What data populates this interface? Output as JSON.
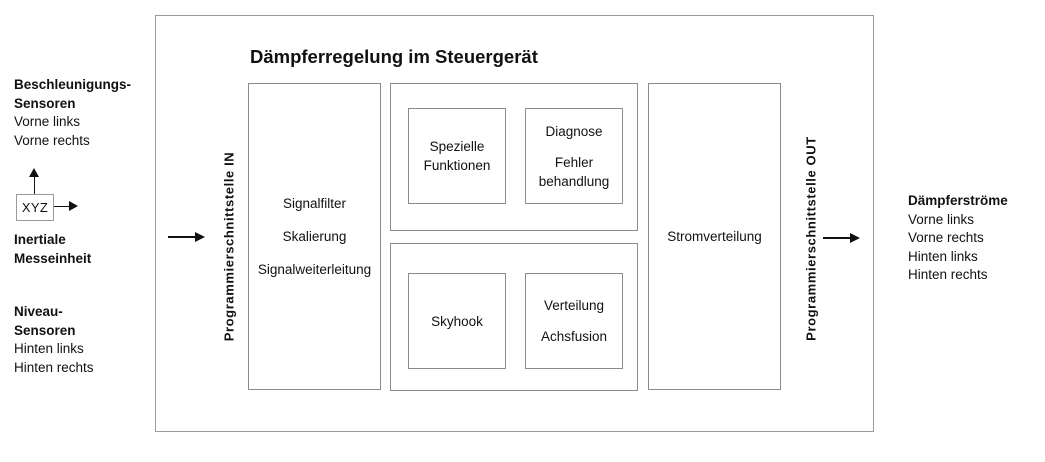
{
  "left": {
    "accel_sensors": {
      "title_lines": [
        "Beschleunigungs-",
        "Sensoren"
      ],
      "items": [
        "Vorne links",
        "Vorne rechts"
      ]
    },
    "imu": {
      "axes_label": "XYZ",
      "title_lines": [
        "Inertiale",
        "Messeinheit"
      ]
    },
    "level_sensors": {
      "title_lines": [
        "Niveau-",
        "Sensoren"
      ],
      "items": [
        "Hinten links",
        "Hinten rechts"
      ]
    }
  },
  "ecu": {
    "title": "Dämpferregelung im Steuergerät",
    "interface_in": "Programmierschnittstelle IN",
    "interface_out": "Programmierschnittstelle OUT",
    "signal_box_lines": [
      "Signalfilter",
      "Skalierung",
      "Signalweiterleitung"
    ],
    "special_functions_lines": [
      "Spezielle",
      "Funktionen"
    ],
    "diagnose_title": "Diagnose",
    "diagnose_lines": [
      "Fehler",
      "behandlung"
    ],
    "skyhook": "Skyhook",
    "distribution_lines": [
      "Verteilung",
      "Achsfusion"
    ],
    "current_distribution": "Stromverteilung"
  },
  "right": {
    "damper_currents": {
      "title": "Dämpferströme",
      "items": [
        "Vorne links",
        "Vorne rechts",
        "Hinten links",
        "Hinten rechts"
      ]
    }
  },
  "colors": {
    "outer_border": "#9b9b9b",
    "inner_border": "#8c8c8c",
    "arrow": "#111111",
    "text": "#111111",
    "background": "#ffffff"
  }
}
